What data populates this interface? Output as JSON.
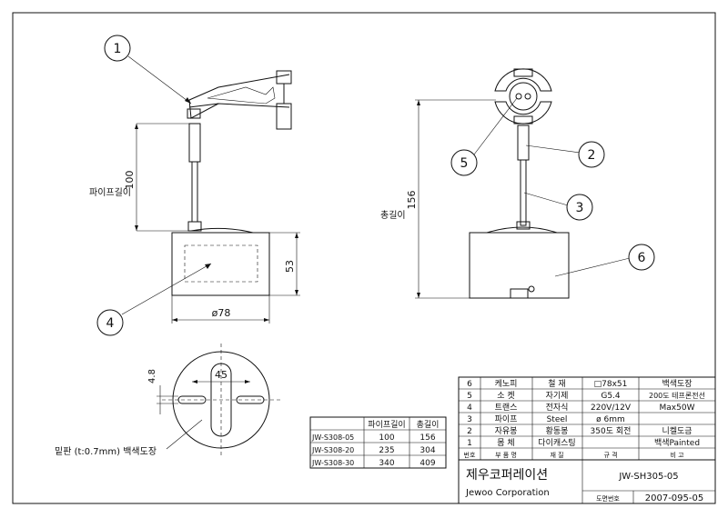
{
  "balloons": [
    {
      "id": "1",
      "label": "1"
    },
    {
      "id": "2",
      "label": "2"
    },
    {
      "id": "3",
      "label": "3"
    },
    {
      "id": "4",
      "label": "4"
    },
    {
      "id": "5",
      "label": "5"
    },
    {
      "id": "6",
      "label": "6"
    }
  ],
  "dimensions": {
    "pipe_length_value": "100",
    "pipe_length_label": "파이프길이",
    "height_53": "53",
    "diameter": "ø78",
    "total_value": "156",
    "total_label": "총길이",
    "bottom_48": "4.8",
    "bottom_45": "45"
  },
  "bottom_note": "밑판 (t:0.7mm) 백색도장",
  "variants_table": {
    "headers": [
      "",
      "파이프길이",
      "총길이"
    ],
    "rows": [
      [
        "JW-S308-05",
        "100",
        "156"
      ],
      [
        "JW-S308-20",
        "235",
        "304"
      ],
      [
        "JW-S308-30",
        "340",
        "409"
      ]
    ]
  },
  "parts_table": {
    "rows": [
      [
        "6",
        "케노피",
        "철 재",
        "□78x51",
        "백색도장"
      ],
      [
        "5",
        "소 켓",
        "자기제",
        "G5.4",
        "200도 테프론전선"
      ],
      [
        "4",
        "트랜스",
        "전자식",
        "220V/12V",
        "Max50W"
      ],
      [
        "3",
        "파이프",
        "Steel",
        "ø 6mm",
        ""
      ],
      [
        "2",
        "자유봉",
        "황동봉",
        "350도 회전",
        "니켈도금"
      ],
      [
        "1",
        "몸 체",
        "다이캐스팅",
        "",
        "백색Painted"
      ]
    ],
    "header": [
      "번호",
      "부 품 명",
      "재 질",
      "규 격",
      "비 고"
    ]
  },
  "title_block": {
    "company_kr": "제우코퍼레이션",
    "company_en": "Jewoo Corporation",
    "drawing_no": "JW-SH305-05",
    "doc_no_label": "도면번호",
    "doc_no": "2007-095-05"
  }
}
